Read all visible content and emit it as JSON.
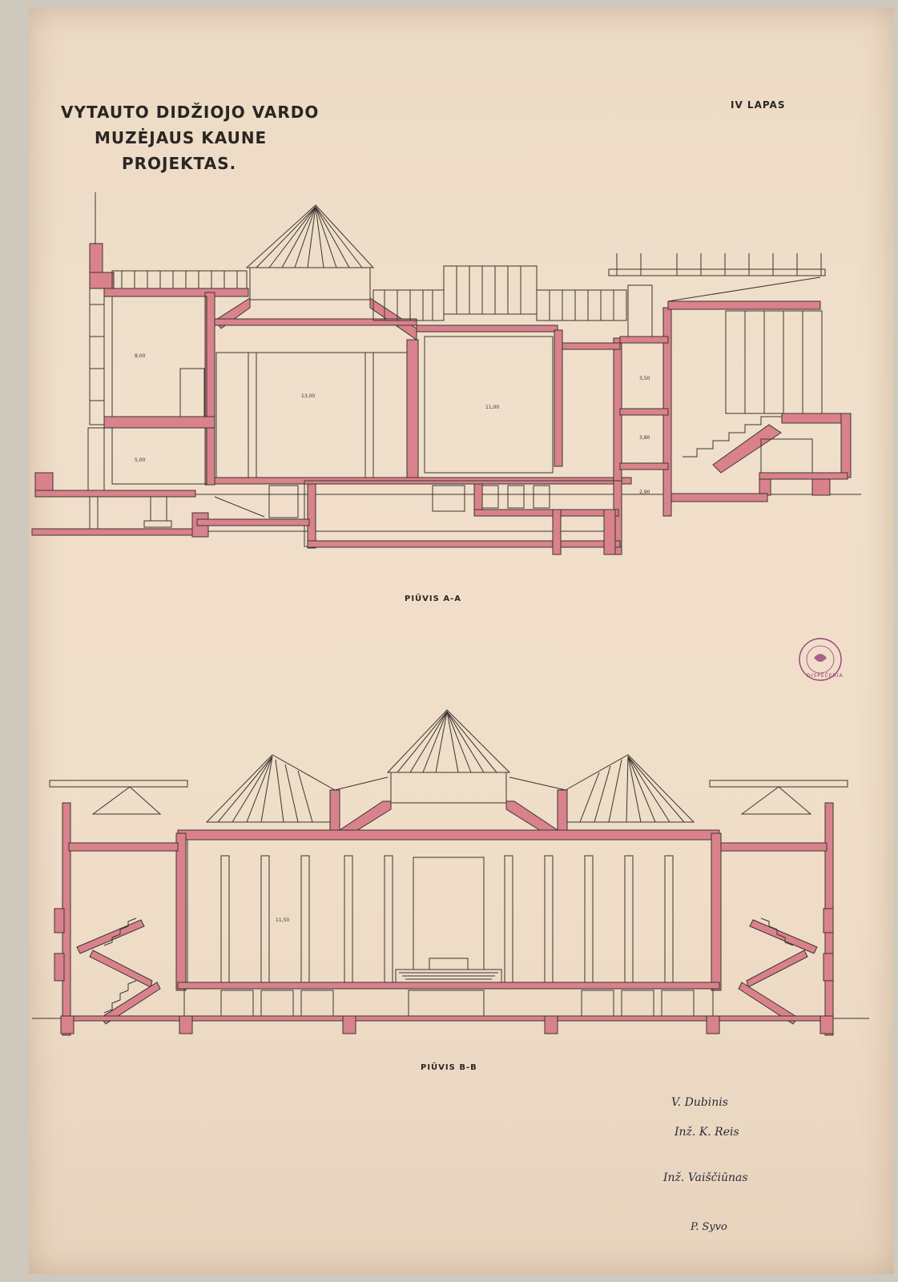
{
  "drawing": {
    "title_lines": [
      "VYTAUTO DIDŽIOJO VARDO",
      "MUZĖJAUS KAUNE",
      "PROJEKTAS."
    ],
    "sheet_number": "IV LAPAS",
    "sections": [
      {
        "caption": "PIŪVIS A-A",
        "dimensions": [
          "8,00",
          "5,00",
          "13,00",
          "11,00",
          "3,50",
          "3,80",
          "2,90"
        ]
      },
      {
        "caption": "PIŪVIS B-B",
        "dimensions": [
          "11,50"
        ]
      }
    ],
    "stamp": {
      "text": "DISPEČERIA"
    },
    "signatures": [
      "V. Dubinis",
      "Inž. K. Reis",
      "Inž. Vaiščiūnas",
      "P. Syvo"
    ],
    "colors": {
      "paper": "#efddc8",
      "section_fill": "#d9828c",
      "ink": "#3a3530",
      "stamp": "#9b3f7a"
    }
  }
}
